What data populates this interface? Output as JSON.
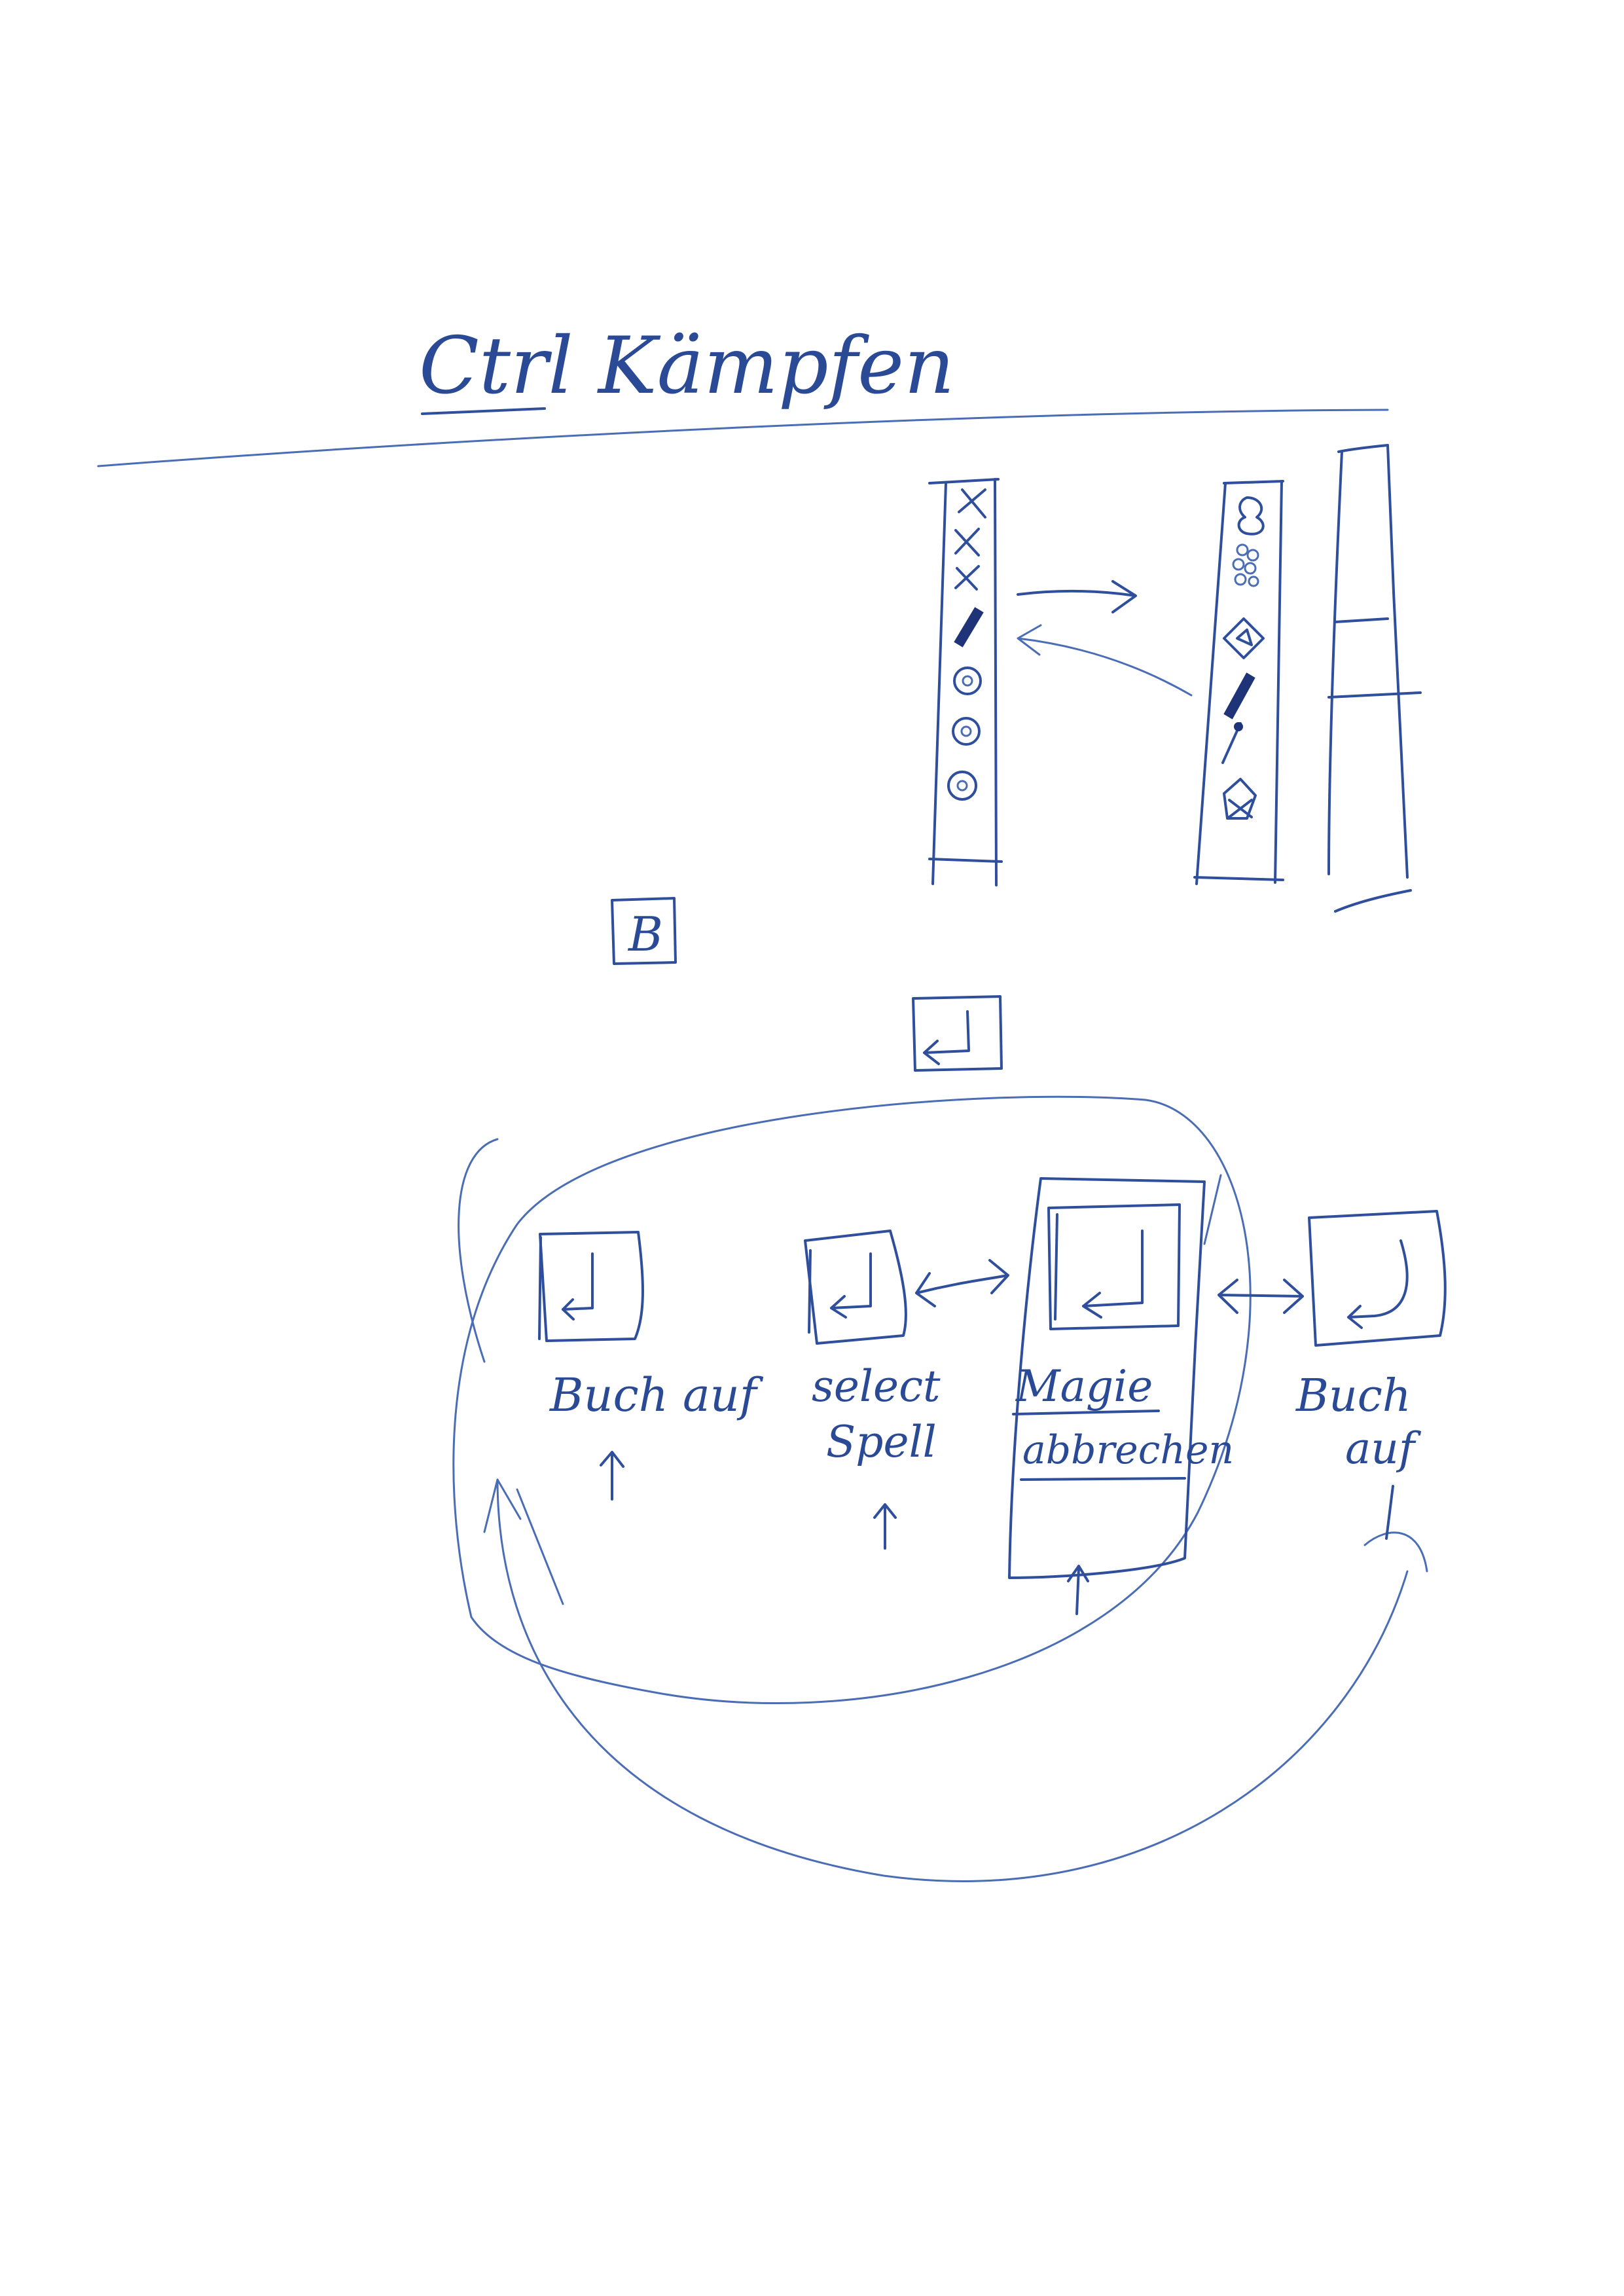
{
  "title": "Ctrl Kämpfen",
  "key_badge": "B",
  "states": [
    {
      "id": "book-open-left",
      "label_lines": [
        "Buch auf"
      ]
    },
    {
      "id": "select-spell",
      "label_lines": [
        "select",
        "Spell"
      ]
    },
    {
      "id": "cancel-magic",
      "label_lines": [
        "Magie",
        "abbrechen"
      ]
    },
    {
      "id": "book-open-right",
      "label_lines": [
        "Buch",
        "auf"
      ]
    }
  ],
  "icons": {
    "left_column": [
      "x-mark-icon",
      "x-mark-icon",
      "x-mark-icon",
      "wand-icon",
      "orb-icon",
      "orb-icon",
      "orb-icon"
    ],
    "right_column": [
      "potion-icon",
      "beads-icon",
      "crystal-icon",
      "wand-icon",
      "staff-icon",
      "gem-icon"
    ],
    "enter_key": "enter-key-icon"
  },
  "colors": {
    "ink": "#2f4f9c",
    "paper": "#ffffff"
  }
}
